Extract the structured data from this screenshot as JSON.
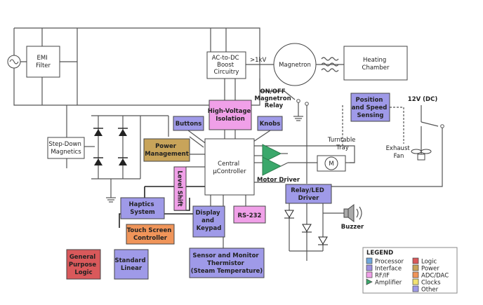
{
  "colors": {
    "processor": "#6fa8dc",
    "interface": "#9c8fe0",
    "rf": "#f0a0e8",
    "amplifier": "#3aa86b",
    "logic": "#d9595b",
    "power": "#c8a45a",
    "adc": "#f0955a",
    "clocks": "#f2e272",
    "other": "#9f9ae8",
    "plain": "#ffffff",
    "line": "#555555"
  },
  "blocks": {
    "emi_filter": [
      "EMI",
      "Filter"
    ],
    "ac_dc": [
      "AC-to-DC",
      "Boost",
      "Circuitry"
    ],
    "kv_label": ">1kV",
    "magnetron": "Magnetron",
    "heating_chamber": [
      "Heating",
      "Chamber"
    ],
    "relay_label": [
      "ON/OFF",
      "Magnetron",
      "Relay"
    ],
    "position_sensing": [
      "Position",
      "and Speed",
      "Sensing"
    ],
    "dc_label": "12V (DC)",
    "buttons": "Buttons",
    "hv_isolation": [
      "High-Voltage",
      "Isolation"
    ],
    "knobs": "Knobs",
    "turntable": [
      "Turntable",
      "Tray"
    ],
    "exhaust_fan": [
      "Exhaust",
      "Fan"
    ],
    "step_down": [
      "Step-Down",
      "Magnetics"
    ],
    "power_mgmt": [
      "Power",
      "Management"
    ],
    "level_shift": "Level Shift",
    "central_controller": [
      "Central",
      "µController"
    ],
    "motor_driver": "Motor Driver",
    "motor": "M",
    "relay_led_driver": [
      "Relay/LED",
      "Driver"
    ],
    "haptics": [
      "Haptics",
      "System"
    ],
    "display_keypad": [
      "Display",
      "and",
      "Keypad"
    ],
    "rs232": "RS-232",
    "buzzer": "Buzzer",
    "touch_screen": [
      "Touch Screen",
      "Controller"
    ],
    "general_logic": [
      "General",
      "Purpose",
      "Logic"
    ],
    "standard_linear": [
      "Standard",
      "Linear"
    ],
    "sensor_monitor": [
      "Sensor and Monitor",
      "Thermistor",
      "(Steam Temperature)"
    ]
  },
  "legend": {
    "title": "LEGEND",
    "items": [
      {
        "label": "Processor",
        "color": "#6fa8dc",
        "shape": "square"
      },
      {
        "label": "Logic",
        "color": "#d9595b",
        "shape": "square"
      },
      {
        "label": "Interface",
        "color": "#9c8fe0",
        "shape": "square"
      },
      {
        "label": "Power",
        "color": "#c8a45a",
        "shape": "square"
      },
      {
        "label": "RF/IF",
        "color": "#f0a0e8",
        "shape": "square"
      },
      {
        "label": "ADC/DAC",
        "color": "#f0955a",
        "shape": "square"
      },
      {
        "label": "Amplifier",
        "color": "#3aa86b",
        "shape": "triangle"
      },
      {
        "label": "Clocks",
        "color": "#f2e272",
        "shape": "square"
      },
      {
        "label": "",
        "color": "",
        "shape": "none"
      },
      {
        "label": "Other",
        "color": "#9f9ae8",
        "shape": "square"
      }
    ]
  }
}
